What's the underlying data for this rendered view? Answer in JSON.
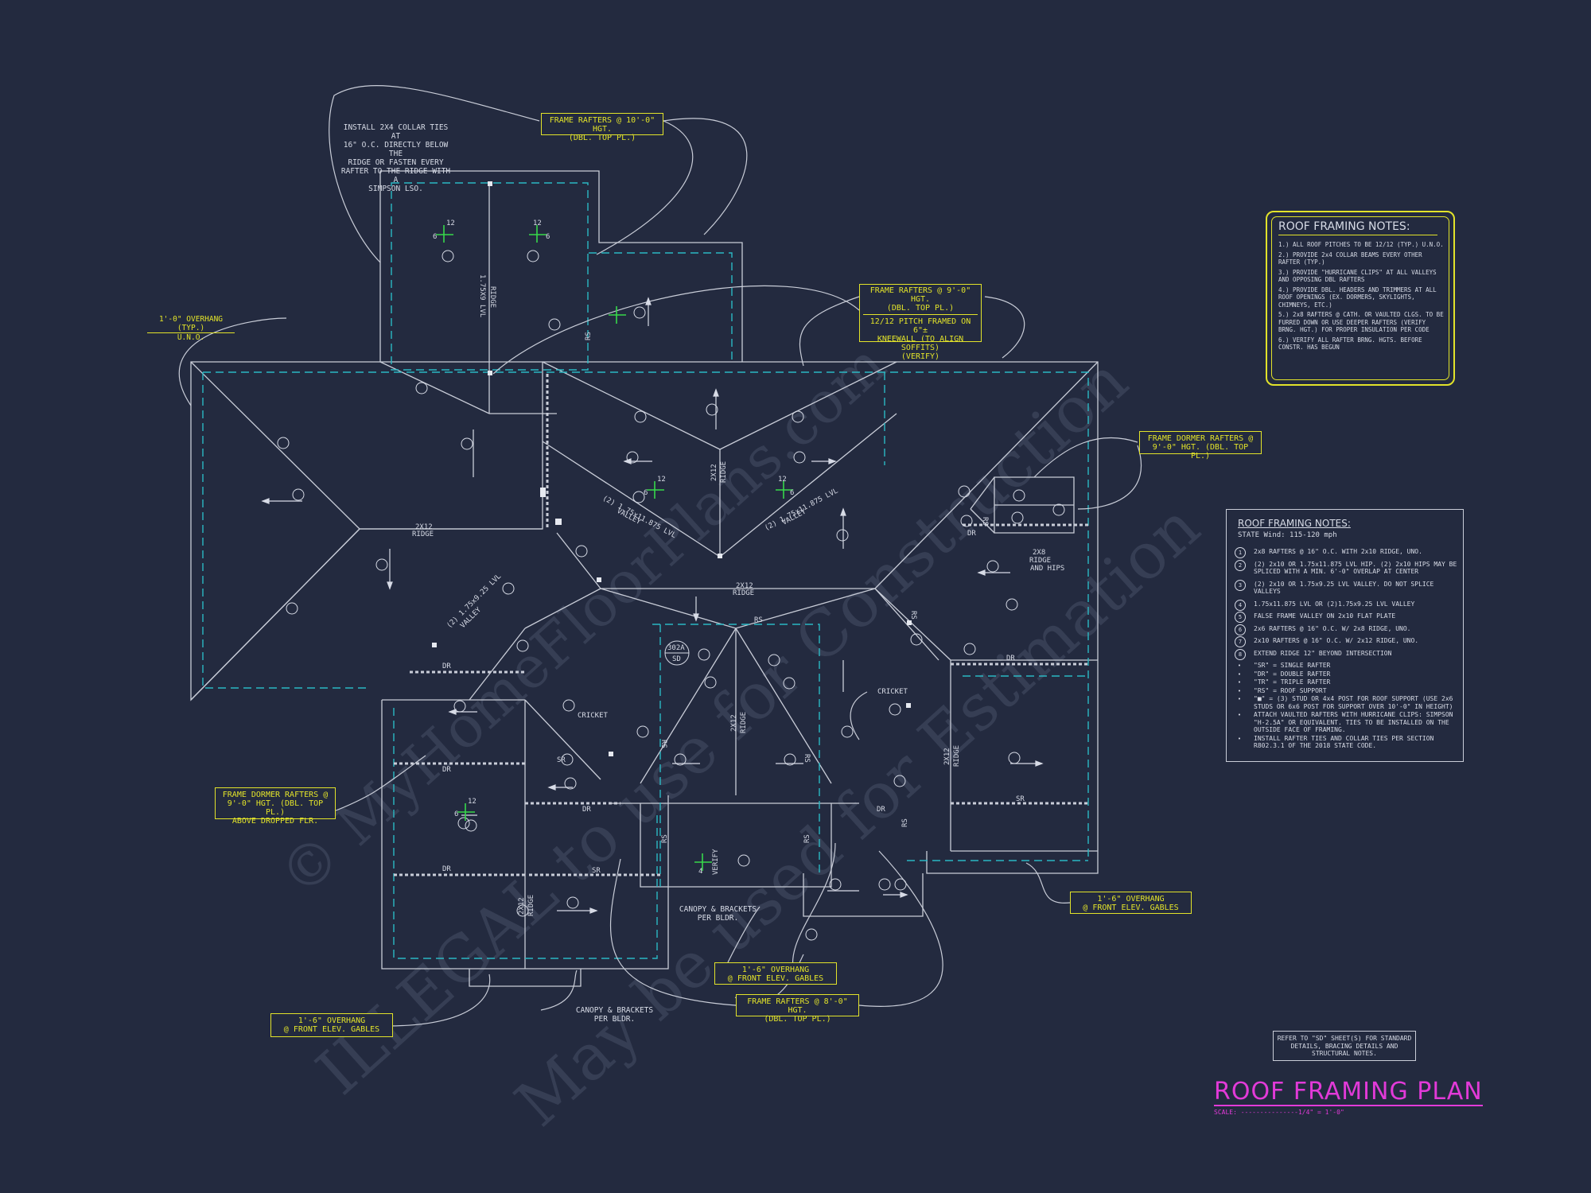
{
  "title": "ROOF FRAMING PLAN",
  "scale": "SCALE: ---------------1/4\" = 1'-0\"",
  "watermark_lines": [
    "© MyHomeFloorPlans.com",
    "ILLEGAL to use for Construction",
    "May be used for Estimation"
  ],
  "roof_notes": {
    "heading": "ROOF FRAMING NOTES:",
    "items": [
      "1.) ALL ROOF PITCHES TO BE 12/12 (TYP.) U.N.O.",
      "2.) PROVIDE 2x4 COLLAR BEAMS EVERY OTHER RAFTER (TYP.)",
      "3.) PROVIDE \"HURRICANE CLIPS\" AT ALL VALLEYS AND OPPOSING DBL RAFTERS",
      "4.) PROVIDE DBL. HEADERS AND TRIMMERS AT ALL ROOF OPENINGS (EX. DORMERS, SKYLIGHTS, CHIMNEYS, ETC.)",
      "5.) 2x8 RAFTERS @ CATH. OR VAULTED CLGS. TO BE FURRED DOWN OR USE DEEPER RAFTERS (VERIFY BRNG. HGT.) FOR PROPER INSULATION PER CODE",
      "6.) VERIFY ALL RAFTER BRNG. HGTS. BEFORE CONSTR. HAS BEGUN"
    ]
  },
  "framing_notes": {
    "heading": "ROOF FRAMING NOTES:",
    "sub": "STATE Wind: 115-120 mph",
    "keyed": [
      {
        "k": "1",
        "t": "2x8 RAFTERS @ 16\" O.C. WITH 2x10 RIDGE, UNO."
      },
      {
        "k": "2",
        "t": "(2) 2x10 OR 1.75x11.875 LVL HIP. (2) 2x10 HIPS MAY BE SPLICED WITH A MIN. 6'-0\" OVERLAP AT CENTER"
      },
      {
        "k": "3",
        "t": "(2) 2x10 OR 1.75x9.25 LVL VALLEY. DO NOT SPLICE VALLEYS"
      },
      {
        "k": "4",
        "t": "1.75x11.875 LVL OR (2)1.75x9.25 LVL VALLEY"
      },
      {
        "k": "5",
        "t": "FALSE FRAME VALLEY ON 2x10 FLAT PLATE"
      },
      {
        "k": "6",
        "t": "2x6 RAFTERS @ 16\" O.C. W/ 2x8 RIDGE, UNO."
      },
      {
        "k": "7",
        "t": "2x10 RAFTERS @ 16\" O.C. W/ 2x12 RIDGE, UNO."
      },
      {
        "k": "8",
        "t": "EXTEND RIDGE 12\" BEYOND INTERSECTION"
      }
    ],
    "bullets": [
      "\"SR\" = SINGLE RAFTER",
      "\"DR\" = DOUBLE RAFTER",
      "\"TR\" = TRIPLE RAFTER",
      "\"RS\" = ROOF SUPPORT",
      "\"■\" = (3) STUD OR 4x4 POST FOR ROOF SUPPORT (USE 2x6 STUDS OR 6x6 POST FOR SUPPORT OVER 10'-0\" IN HEIGHT)",
      "ATTACH VAULTED RAFTERS WITH HURRICANE CLIPS: SIMPSON \"H-2.5A\" OR EQUIVALENT. TIES TO BE INSTALLED ON THE OUTSIDE FACE OF FRAMING.",
      "INSTALL RAFTER TIES AND COLLAR TIES PER SECTION R802.3.1 OF THE 2018 STATE CODE."
    ]
  },
  "reference": "REFER TO \"SD\" SHEET(S) FOR STANDARD DETAILS, BRACING DETAILS AND STRUCTURAL NOTES.",
  "callouts": {
    "frame_10": [
      "FRAME RAFTERS @ 10'-0\" HGT.",
      "(DBL. TOP PL.)"
    ],
    "frame_9": [
      "FRAME RAFTERS @ 9'-0\" HGT.",
      "(DBL. TOP PL.)"
    ],
    "kneewall": [
      "12/12 PITCH FRAMED ON 6\"±",
      "KNEEWALL (TO ALIGN SOFFITS)",
      "(VERIFY)"
    ],
    "dormer_right": [
      "FRAME DORMER RAFTERS @",
      "9'-0\" HGT. (DBL. TOP PL.)"
    ],
    "dormer_left": [
      "FRAME DORMER RAFTERS @",
      "9'-0\" HGT. (DBL. TOP PL.)",
      "ABOVE DROPPED FLR."
    ],
    "overhang_typ": [
      "1'-0\" OVERHANG (TYP.)",
      "U.N.O."
    ],
    "overhang_right": [
      "1'-6\" OVERHANG",
      "@ FRONT ELEV. GABLES"
    ],
    "overhang_mid": [
      "1'-6\" OVERHANG",
      "@ FRONT ELEV. GABLES"
    ],
    "overhang_left": [
      "1'-6\" OVERHANG",
      "@ FRONT ELEV. GABLES"
    ],
    "frame_8": [
      "FRAME RAFTERS @ 8'-0\" HGT.",
      "(DBL. TOP PL.)"
    ],
    "collar": [
      "INSTALL 2X4 COLLAR TIES AT",
      "16\" O.C. DIRECTLY BELOW THE",
      "RIDGE OR FASTEN EVERY",
      "RAFTER TO THE RIDGE WITH A",
      "SIMPSON LSO."
    ],
    "canopy1": [
      "CANOPY & BRACKETS",
      "PER BLDR."
    ],
    "canopy2": [
      "CANOPY & BRACKETS",
      "PER BLDR."
    ]
  },
  "plan_labels": {
    "ridge_2x12": "2X12",
    "ridge": "RIDGE",
    "ridge_lvl": "1.75X9 LVL",
    "cricket": "CRICKET",
    "verify": "VERIFY",
    "valley_a": "(2) 1.75x11.875 LVL",
    "valley_word": "VALLEY",
    "valley_b": "(2) 1.75x9.25 LVL",
    "hips_a": "2X8",
    "hips_b": "RIDGE",
    "hips_c": "AND HIPS",
    "dr": "DR",
    "sr": "SR",
    "rs": "RS",
    "section_top": "302A",
    "section_bot": "SD",
    "pitch_rise": "12",
    "pitch_run": "6",
    "pitch_rise_alt": "4"
  },
  "colors": {
    "background": "#232a3f",
    "linework": "#c9cdd8",
    "eaves": "#2bb8c4",
    "callout": "#e2e32a",
    "title": "#e23ad8",
    "pitch": "#37d84a"
  }
}
